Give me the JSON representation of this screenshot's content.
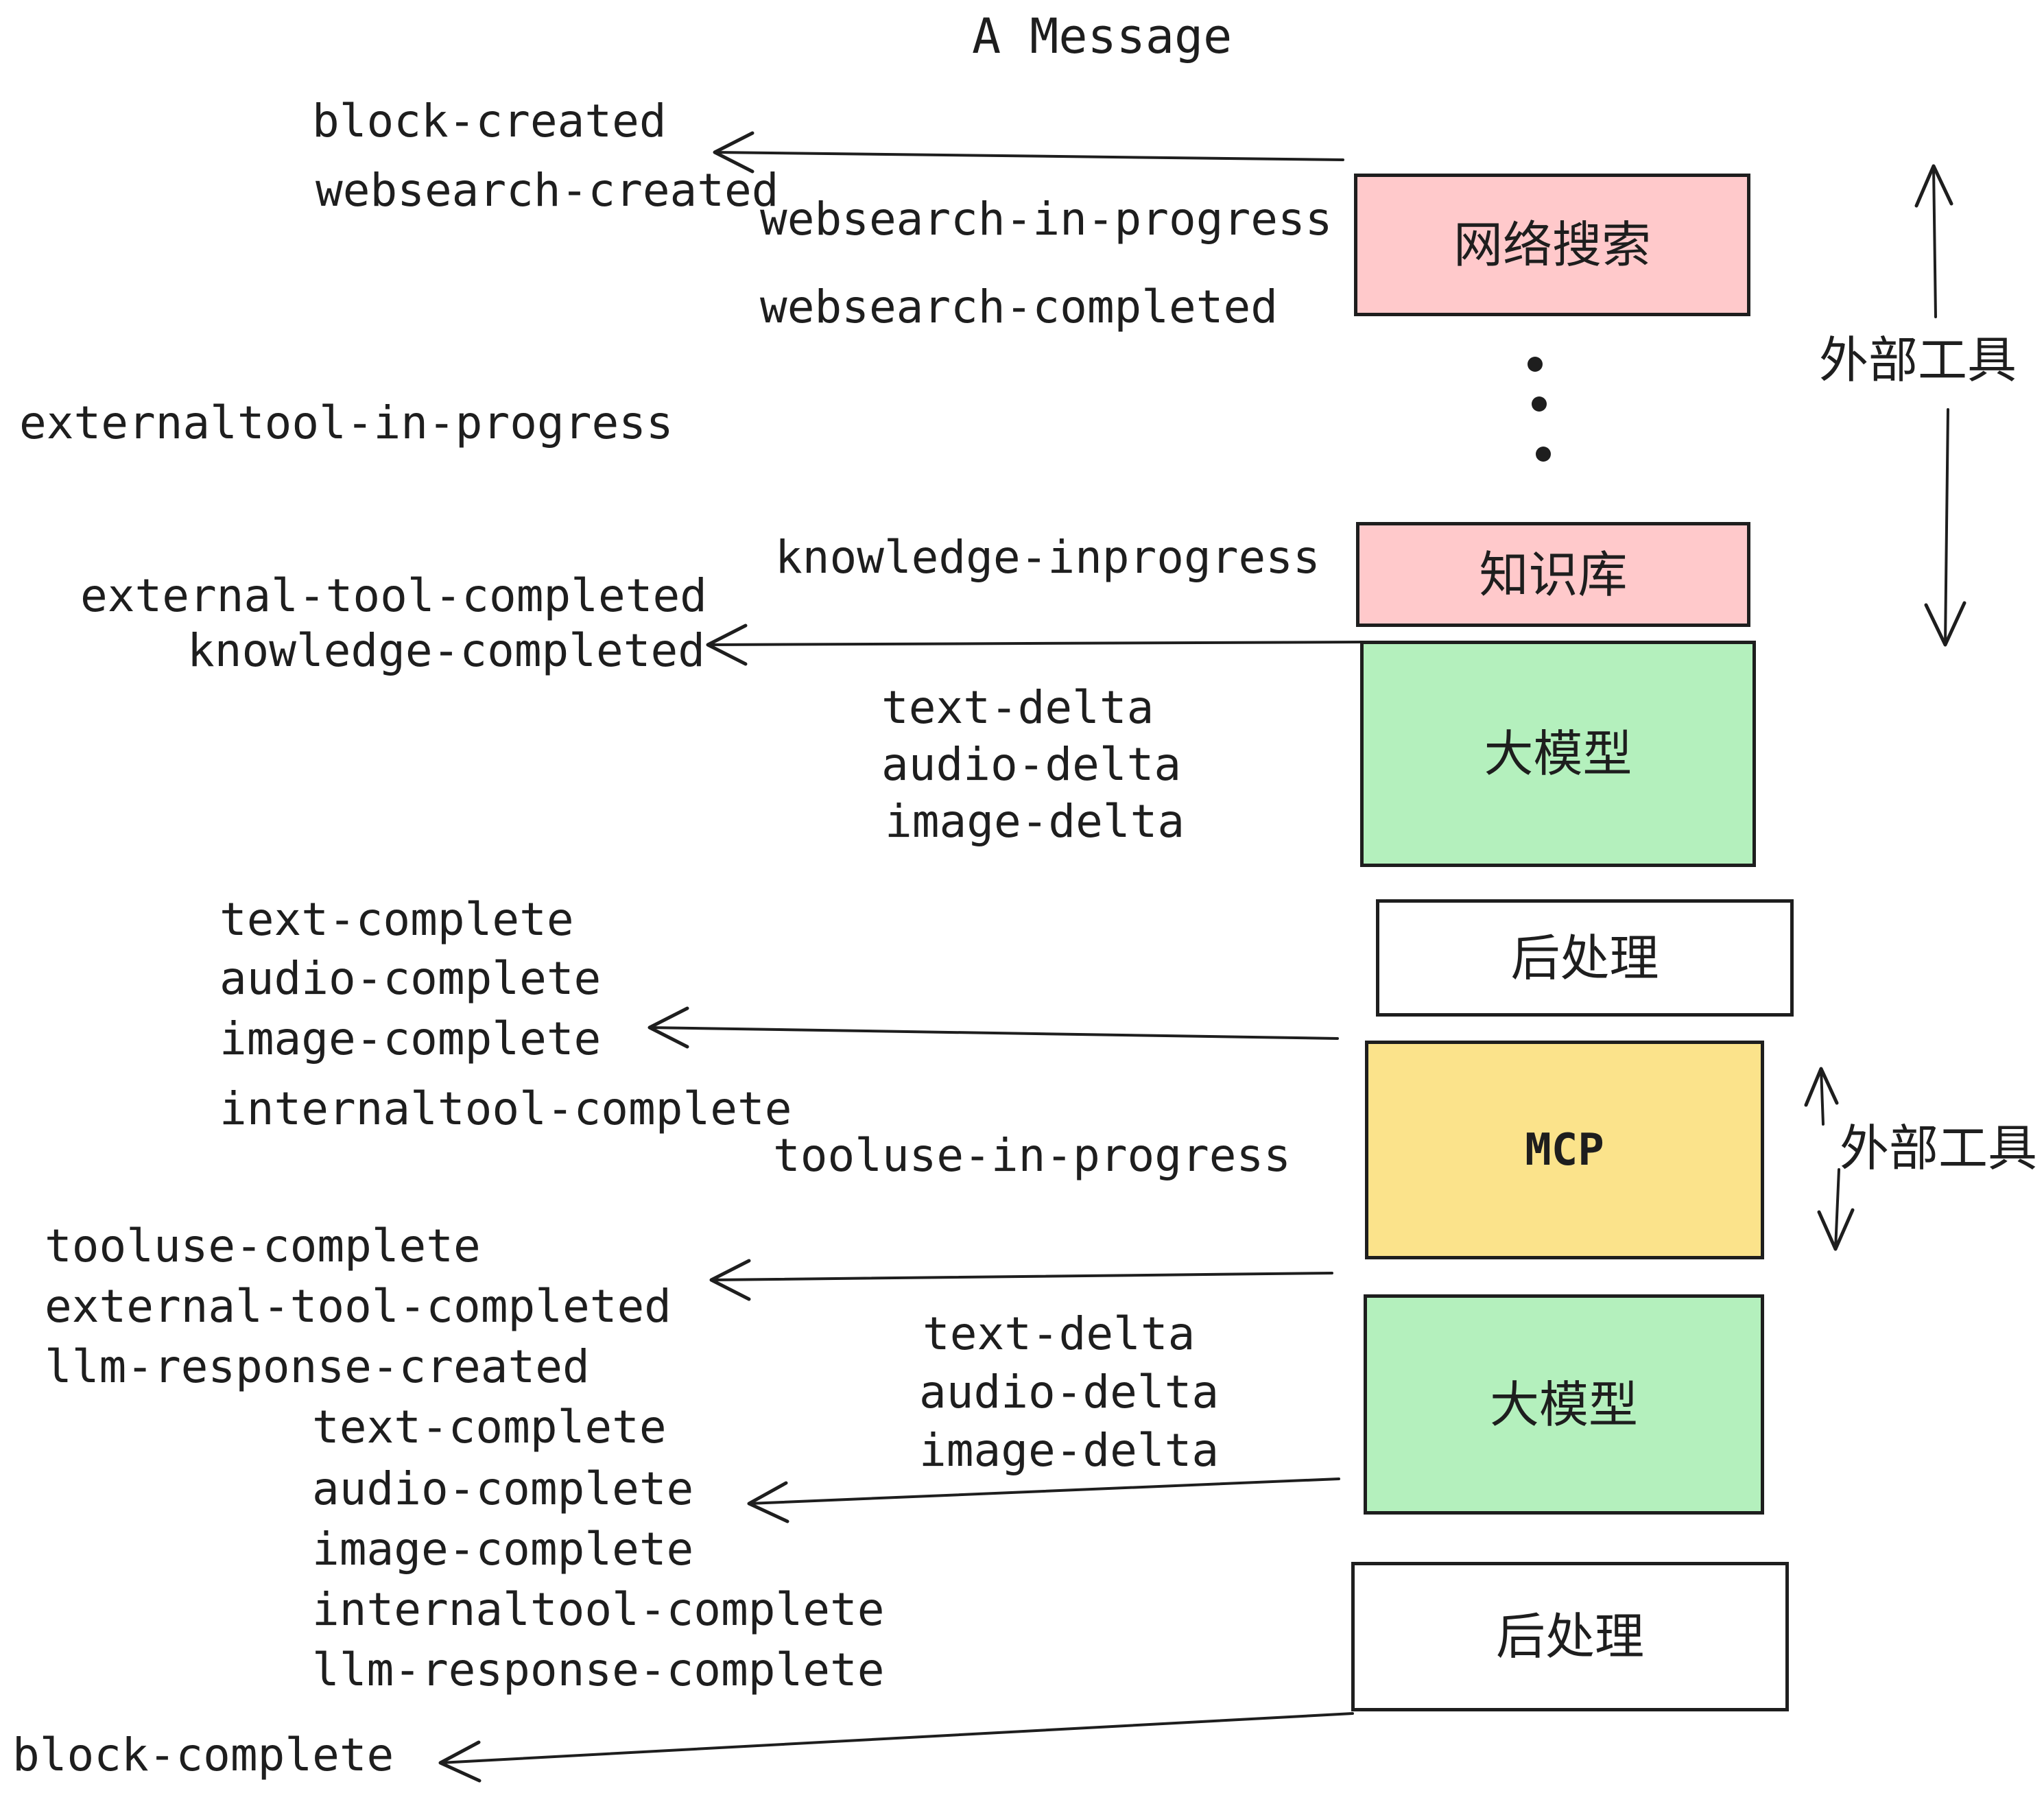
{
  "title": "A Message",
  "boxes": {
    "websearch": {
      "label": "网络搜索",
      "fill": "#ffc9cb"
    },
    "knowledge": {
      "label": "知识库",
      "fill": "#ffc9cb"
    },
    "llm1": {
      "label": "大模型",
      "fill": "#b4f0bd"
    },
    "post1": {
      "label": "后处理",
      "fill": "#ffffff"
    },
    "mcp": {
      "label": "MCP",
      "fill": "#fbe38b"
    },
    "llm2": {
      "label": "大模型",
      "fill": "#b4f0bd"
    },
    "post2": {
      "label": "后处理",
      "fill": "#ffffff"
    }
  },
  "side_labels": {
    "external_tools_top": "外部工具",
    "external_tools_mid": "外部工具"
  },
  "events": {
    "block_created": "block-created",
    "websearch_created": "websearch-created",
    "websearch_in_progress": "websearch-in-progress",
    "websearch_completed": "websearch-completed",
    "externaltool_in_progress": "externaltool-in-progress",
    "knowledge_inprogress": "knowledge-inprogress",
    "external_tool_completed": "external-tool-completed",
    "knowledge_completed": "knowledge-completed",
    "stream_deltas_1": [
      "text-delta",
      "audio-delta",
      "image-delta"
    ],
    "complete_group_1": [
      "text-complete",
      "audio-complete",
      "image-complete",
      "internaltool-complete"
    ],
    "tooluse_in_progress": "tooluse-in-progress",
    "tooluse_complete": "tooluse-complete",
    "external_tool_completed_2": "external-tool-completed",
    "llm_response_created": "llm-response-created",
    "stream_deltas_2": [
      "text-delta",
      "audio-delta",
      "image-delta"
    ],
    "complete_group_2": [
      "text-complete",
      "audio-complete",
      "image-complete",
      "internaltool-complete",
      "llm-response-complete"
    ],
    "block_complete": "block-complete"
  },
  "colors": {
    "ink": "#1e1e1e",
    "pink": "#ffc9cb",
    "green": "#b4f0bd",
    "yellow": "#fbe38b",
    "white": "#ffffff"
  }
}
